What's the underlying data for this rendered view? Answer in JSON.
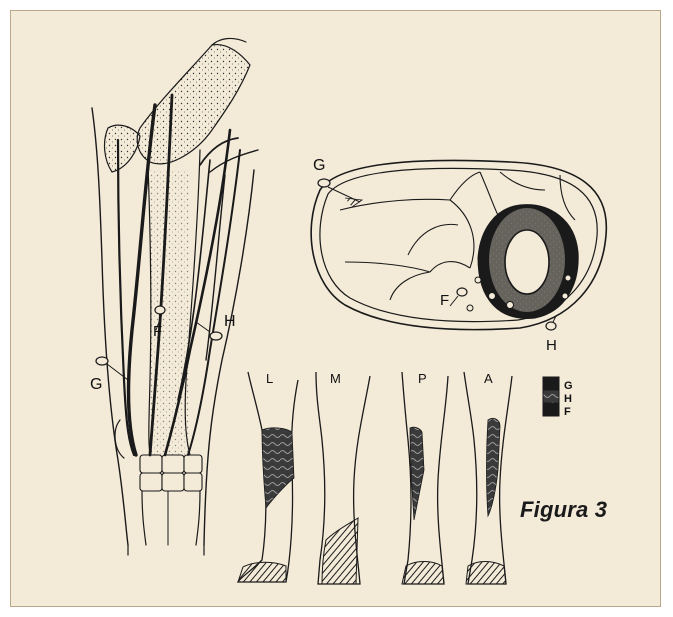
{
  "caption": "Figura 3",
  "labels": {
    "limb_g": "G",
    "limb_f": "F",
    "limb_h": "H",
    "section_g": "G",
    "section_f": "F",
    "section_h": "H",
    "leg_l": "L",
    "leg_m": "M",
    "leg_p": "P",
    "leg_a": "A",
    "legend_g": "G",
    "legend_h": "H",
    "legend_f": "F"
  },
  "colors": {
    "background": "#f3ead8",
    "ink": "#1a1a1a",
    "border": "#b9a98a"
  }
}
